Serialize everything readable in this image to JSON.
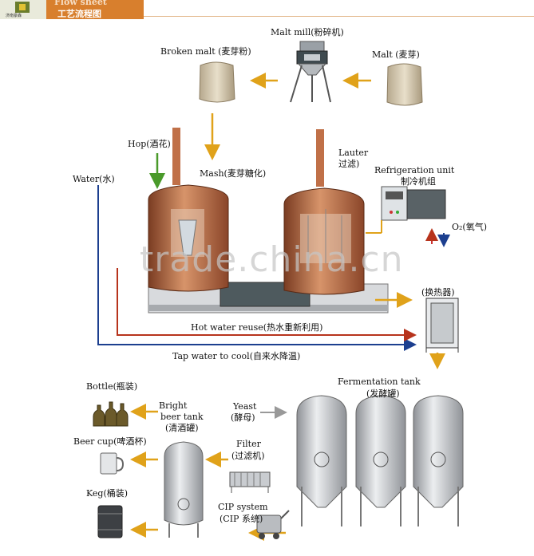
{
  "header": {
    "logo_text": "济南豪森",
    "title_en": "Flow sheet",
    "title_cn": "工艺流程图"
  },
  "labels": {
    "malt_mill": "Malt mill(粉碎机)",
    "broken_malt": "Broken malt (麦芽粉)",
    "malt": "Malt (麦芽)",
    "hop": "Hop(酒花)",
    "water": "Water(水)",
    "mash": "Mash(麦芽糖化)",
    "lauter_en": "Lauter",
    "lauter_cn": "过滤)",
    "refrigeration_en": "Refrigeration unit",
    "refrigeration_cn": "制冷机组",
    "o2": "O₂(氧气)",
    "heat_exchanger": "(换热器)",
    "hot_water_reuse": "Hot water reuse(热水重新利用)",
    "tap_water": "Tap water to cool(自来水降温)",
    "fermentation_en": "Fermentation tank",
    "fermentation_cn": "(发酵罐)",
    "bottle": "Bottle(瓶装)",
    "bright_1": "Bright",
    "bright_2": "beer tank",
    "bright_3": "(清酒罐)",
    "yeast_en": "Yeast",
    "yeast_cn": "(酵母)",
    "beer_cup": "Beer cup(啤酒杯)",
    "filter_en": "Filter",
    "filter_cn": "(过滤机)",
    "keg": "Keg(桶装)",
    "cip_en": "CIP system",
    "cip_cn": "(CIP 系统)"
  },
  "watermark": "trade.china.cn",
  "colors": {
    "arrow": "#e0a21a",
    "water_line": "#1c3f8f",
    "hot_water_line": "#b7331c",
    "hop_arrow": "#4a9a2a",
    "copper": "#a85a33",
    "steel": "#b9bcc0",
    "header_orange": "#d87f2d"
  }
}
